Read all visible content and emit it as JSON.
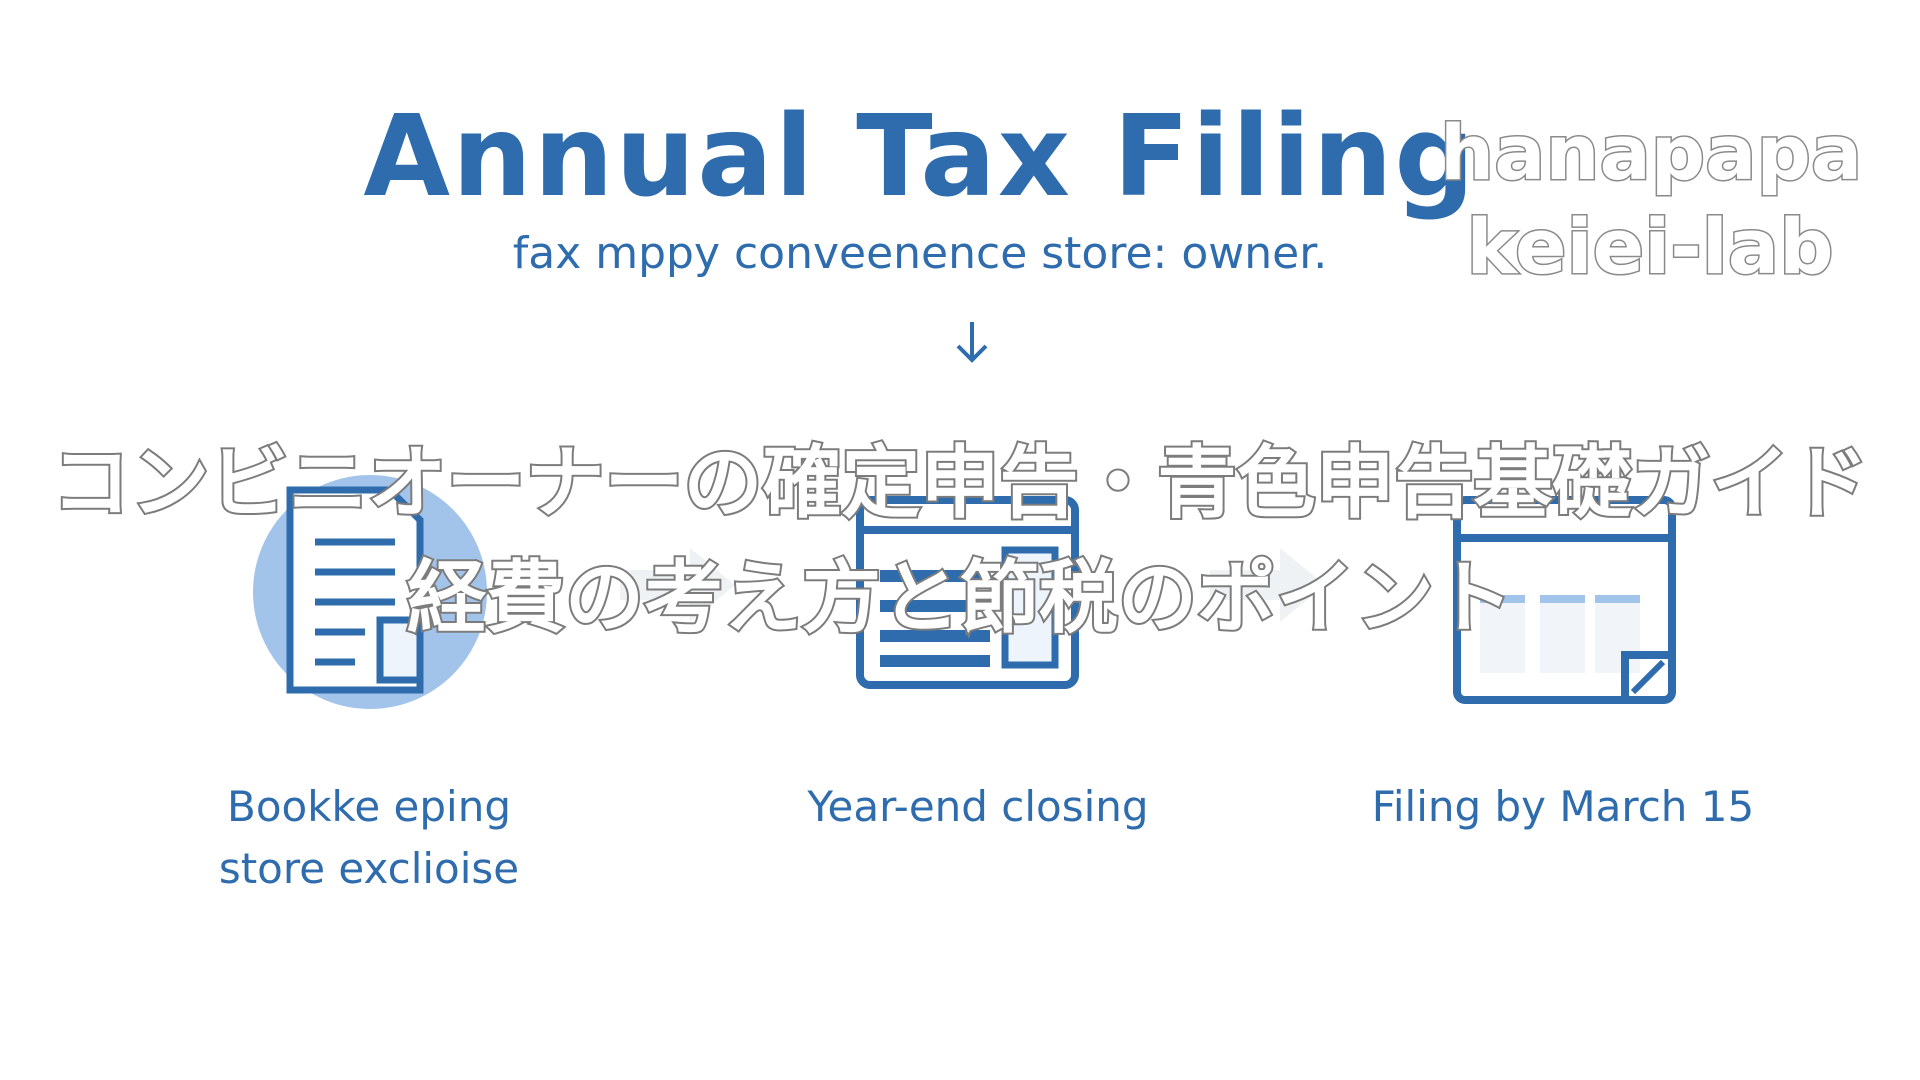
{
  "header": {
    "title": "Annual Tax Filing",
    "subtitle": "fax mppy conveenence store: owner."
  },
  "watermark": {
    "line1": "hanapapa",
    "line2": "keiei-lab"
  },
  "overlay": {
    "line1": "コンビニオーナーの確定申告・青色申告基礎ガイド",
    "line2": "経費の考え方と節税のポイント"
  },
  "steps": [
    {
      "icon": "document-icon",
      "label_line1": "Bookke eping",
      "label_line2": "store exclioise"
    },
    {
      "icon": "ledger-icon",
      "label_line1": "Year-end closing"
    },
    {
      "icon": "calendar-icon",
      "label_line1": "Filing by March 15"
    }
  ],
  "colors": {
    "accent": "#2e6cae",
    "light": "#a3c4ea",
    "outline": "#7c7c7c"
  }
}
